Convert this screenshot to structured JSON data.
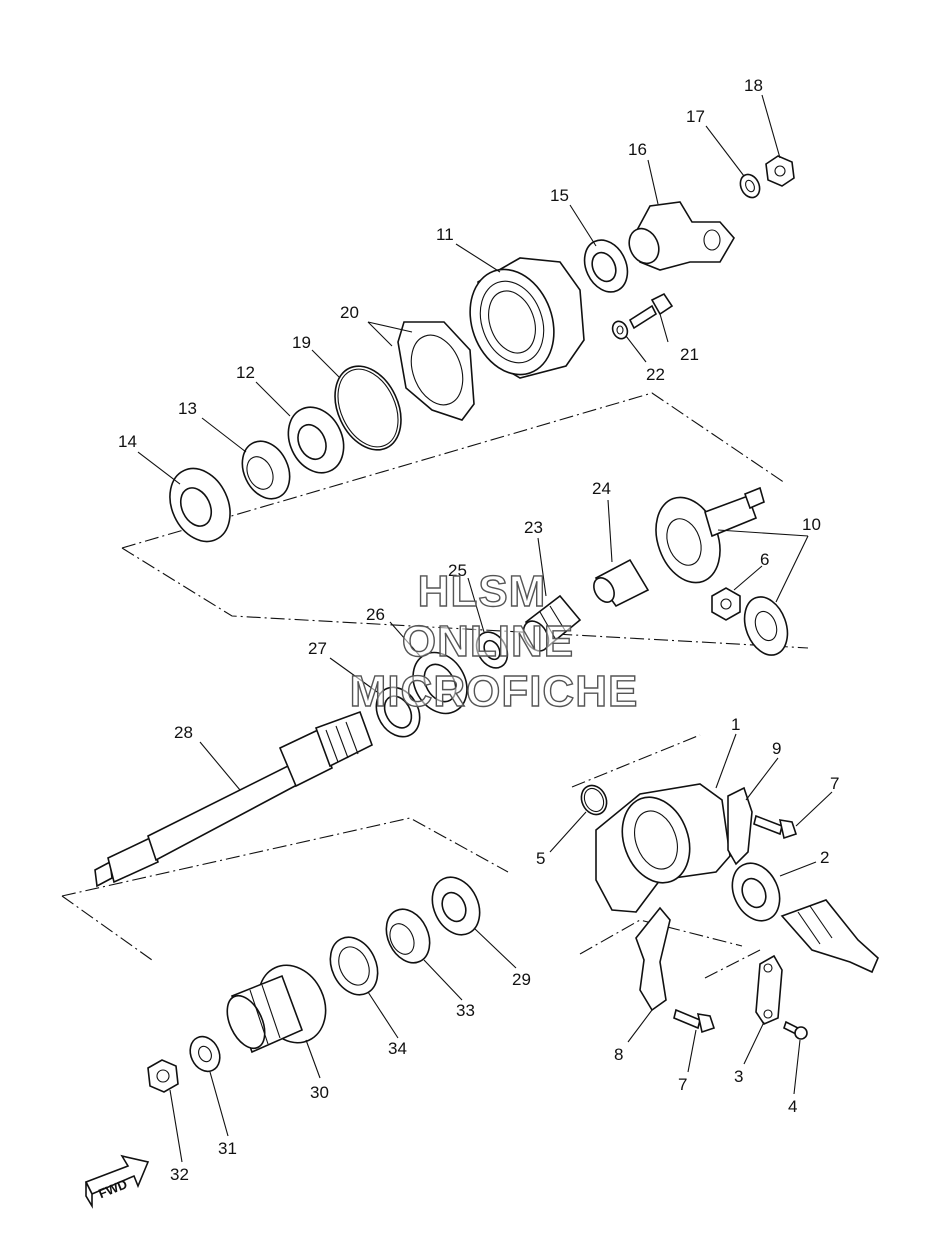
{
  "watermark": {
    "line1": "HLSM",
    "line2": "ONLINE",
    "line3": "MICROFICHE"
  },
  "direction_label": "FWD",
  "callouts": [
    "1",
    "2",
    "3",
    "4",
    "5",
    "6",
    "7",
    "7",
    "8",
    "9",
    "10",
    "11",
    "12",
    "13",
    "14",
    "15",
    "16",
    "17",
    "18",
    "19",
    "20",
    "21",
    "22",
    "23",
    "24",
    "25",
    "26",
    "27",
    "28",
    "29",
    "30",
    "31",
    "32",
    "33",
    "34"
  ]
}
